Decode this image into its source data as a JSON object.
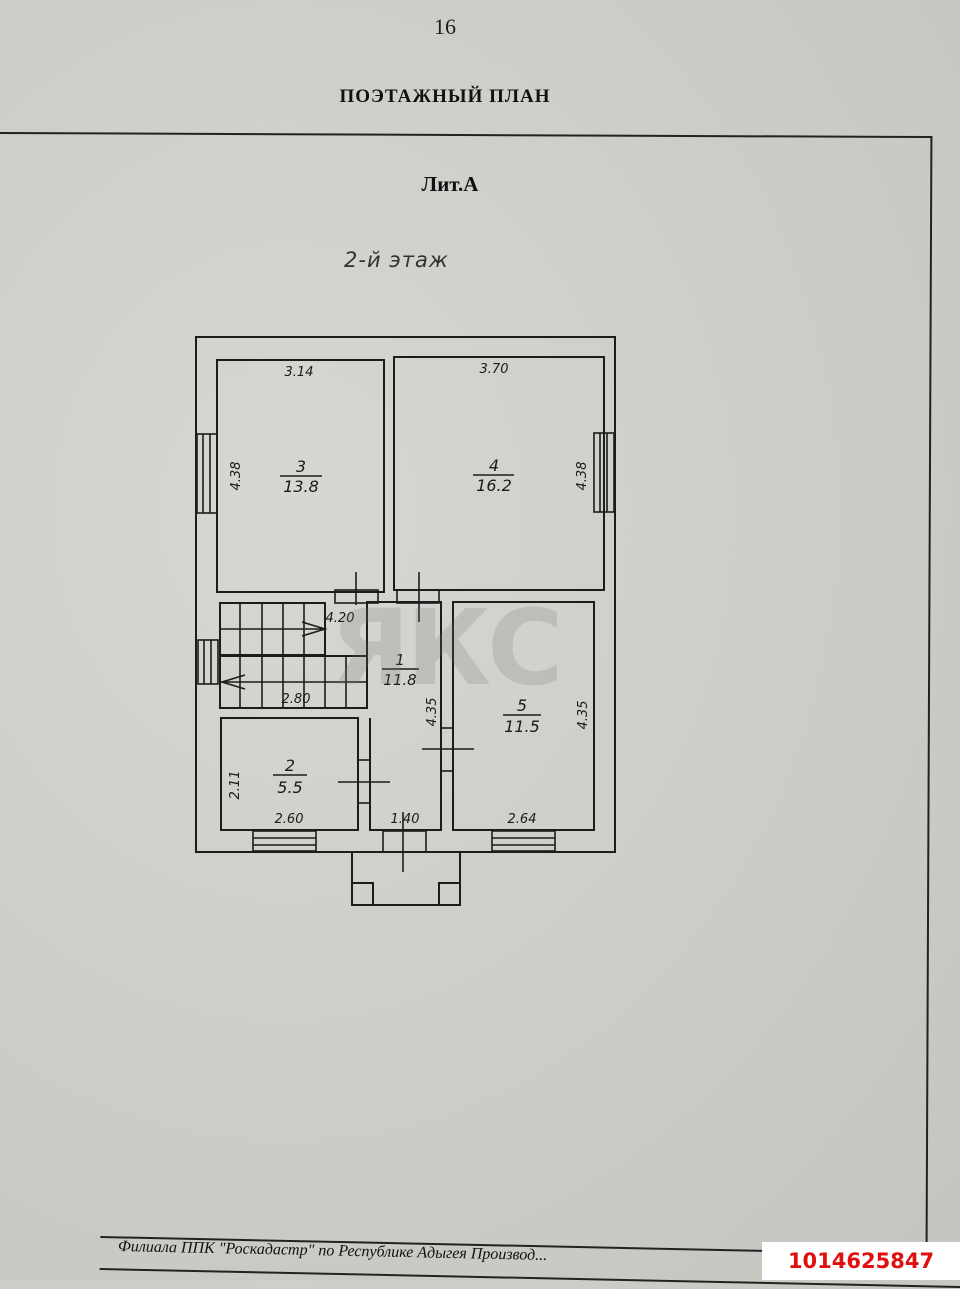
{
  "document": {
    "page_number": "16",
    "title": "ПОЭТАЖНЫЙ ПЛАН",
    "building_letter": "Лит.А",
    "floor_label": "2-й этаж",
    "footer_text": "Филиала ППК \"Роскадастр\" по Республике Адыгея   Производ..."
  },
  "watermark": {
    "text": "ЯКС"
  },
  "listing": {
    "id": "1014625847",
    "color": "#e01010"
  },
  "plan": {
    "rooms": [
      {
        "number": "1",
        "area": "11.8"
      },
      {
        "number": "2",
        "area": "5.5"
      },
      {
        "number": "3",
        "area": "13.8"
      },
      {
        "number": "4",
        "area": "16.2"
      },
      {
        "number": "5",
        "area": "11.5"
      }
    ],
    "dimensions": {
      "room3_width": "3.14",
      "room3_height": "4.38",
      "room4_width": "3.70",
      "room4_height": "4.38",
      "hall_top": "4.20",
      "stair_width": "2.80",
      "room1_height": "4.35",
      "room1_width": "1.40",
      "room2_width": "2.60",
      "room2_height": "2.11",
      "room5_width": "2.64",
      "room5_height": "4.35"
    }
  }
}
